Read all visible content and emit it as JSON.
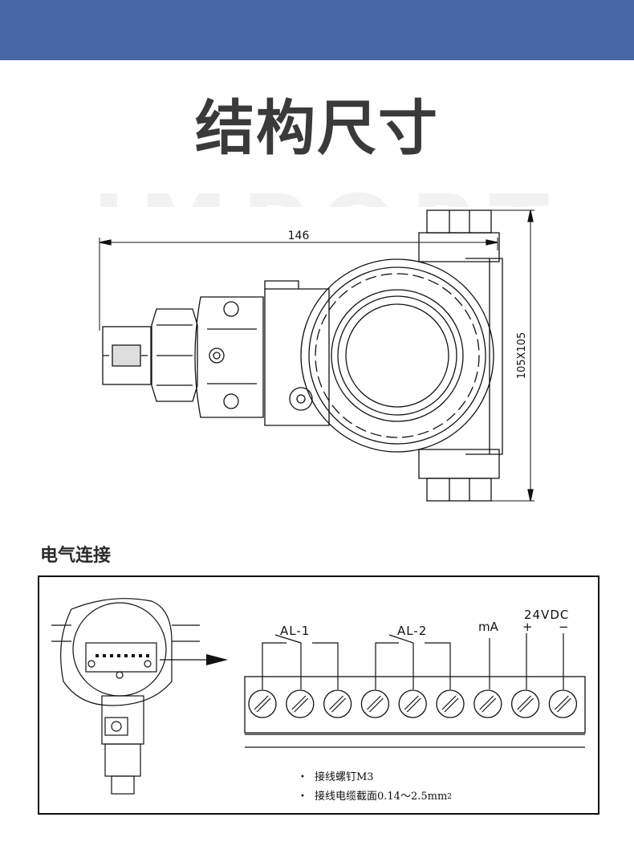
{
  "header": {
    "band_color": "#4867a6"
  },
  "title": "结构尺寸",
  "watermark": "IMPORT",
  "dimensions": {
    "width_label": "146",
    "height_label": "105X105"
  },
  "wiring_section": {
    "heading": "电气连接",
    "terminal_labels": {
      "al1": "AL-1",
      "al2": "AL-2",
      "ma": "mA",
      "supply": "24VDC",
      "plus": "+",
      "minus": "−"
    },
    "terminal_count": 9,
    "notes": {
      "screw": "接线螺钉M3",
      "cable_prefix": "接线电缆截面0.14～2.5mm",
      "cable_sup": "2"
    }
  }
}
